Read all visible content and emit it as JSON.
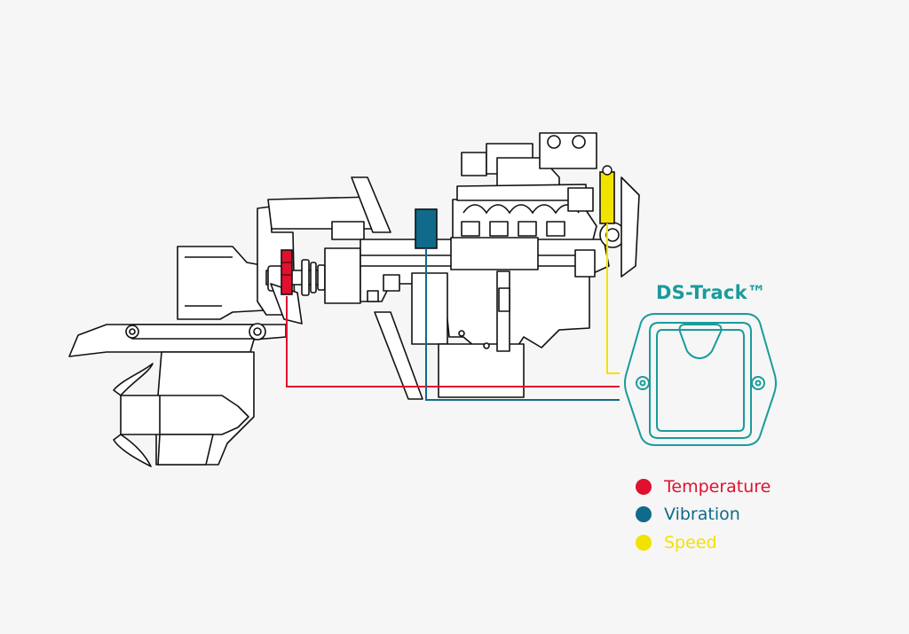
{
  "device": {
    "title": "DS-Track™",
    "color": "#1a9b9b"
  },
  "legend": [
    {
      "key": "temperature",
      "label": "Temperature",
      "color": "#e0102e"
    },
    {
      "key": "vibration",
      "label": "Vibration",
      "color": "#116a8a"
    },
    {
      "key": "speed",
      "label": "Speed",
      "color": "#f2e200"
    }
  ],
  "colors": {
    "outline": "#111111",
    "background": "#f6f6f6"
  }
}
